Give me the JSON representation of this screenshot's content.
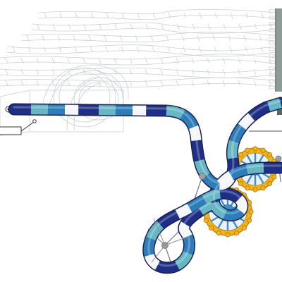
{
  "diagram": {
    "palette": {
      "navy": "#1f2f86",
      "blue": "#2d7db8",
      "teal": "#66b6c4",
      "white": "#f4f6f8",
      "wheel_gold": "#f2b21c",
      "wheel_blue": "#3d8fd0",
      "sketch_line": "#c9ced3",
      "column_gray": "#8e9b97",
      "pivot_gray": "#9aa1a6"
    },
    "stripe_sequence": [
      "navy",
      "blue",
      "teal",
      "white"
    ],
    "icons": [
      "start-marker-icon",
      "callout-box-icon",
      "water-wheel-icon",
      "pivot-node-icon",
      "support-column-icon"
    ]
  }
}
